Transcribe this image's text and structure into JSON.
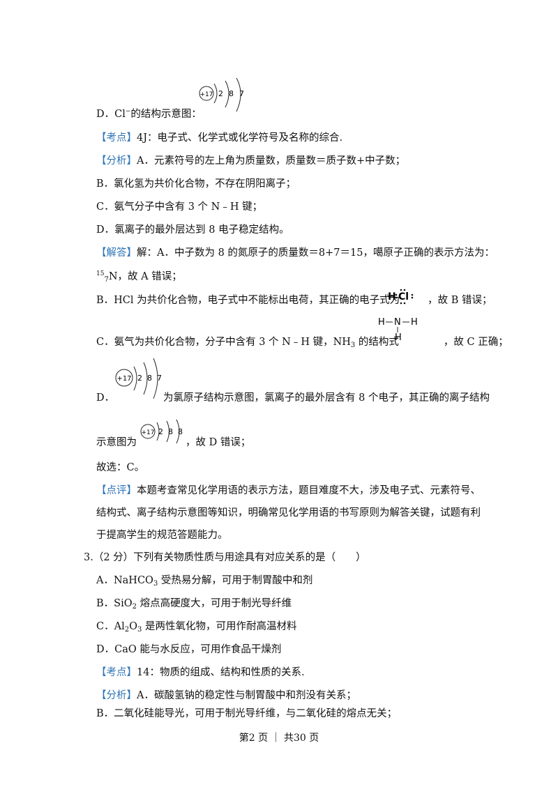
{
  "lines": {
    "d_cl": "D．Cl",
    "d_cl_sup": "−",
    "d_cl_rest": "的结构示意图：",
    "kaodian1_tag": "【考点】",
    "kaodian1_text": "4J：电子式、化学式或化学符号及名称的综合.",
    "fenxi1_tag": "【分析】",
    "fenxi1_text": "A．元素符号的左上角为质量数，质量数＝质子数+中子数；",
    "b1": "B．氯化氢为共价化合物，不存在阴阳离子；",
    "c1": "C．氨气分子中含有 3 个 N﹣H 键；",
    "d1": "D．氯离子的最外层达到 8 电子稳定结构。",
    "jieda_tag": "【解答】",
    "jieda_text": "解：A．中子数为 8 的氮原子的质量数＝8+7＝15，噶原子正确的表示方法为：",
    "n15_sup": "15",
    "n15_sub": "7",
    "n15_rest": "N，故 A 错误；",
    "b2_pre": "B．HCl 为共价化合物，电子式中不能标出电荷，其正确的电子式为",
    "b2_post": "，故 B 错误；",
    "c2_pre": "C．氨气为共价化合物，分子中含有 3 个 N﹣H 键，NH",
    "c2_sub": "3",
    "c2_mid": " 的结构式",
    "c2_post": "，故 C 正确；",
    "d2_pre": "D．",
    "d2_post": "为氯原子结构示意图，氯离子的最外层含有 8 个电子，其正确的离子结构",
    "d3_pre": "示意图为",
    "d3_post": "，故 D 错误；",
    "guxuan": "故选：C。",
    "dianping_tag": "【点评】",
    "dianping1": "本题考查常见化学用语的表示方法，题目难度不大，涉及电子式、元素符号、",
    "dianping2": "结构式、离子结构示意图等知识，明确常见化学用语的书写原则为解答关键，试题有利",
    "dianping3": "于提高学生的规范答题能力。",
    "q3": "3.（2 分）下列有关物质性质与用途具有对应关系的是（　　）",
    "q3a_pre": "A．NaHCO",
    "q3a_sub": "3",
    "q3a_post": " 受热易分解，可用于制胃酸中和剂",
    "q3b_pre": "B．SiO",
    "q3b_sub": "2",
    "q3b_post": " 熔点高硬度大，可用于制光导纤维",
    "q3c_pre": "C．Al",
    "q3c_sub1": "2",
    "q3c_mid": "O",
    "q3c_sub2": "3",
    "q3c_post": " 是两性氧化物，可用作耐高温材料",
    "q3d": "D．CaO 能与水反应，可用作食品干燥剂",
    "kaodian2_tag": "【考点】",
    "kaodian2_text": "14：物质的组成、结构和性质的关系.",
    "fenxi2_tag": "【分析】",
    "fenxi2_text": "A．碳酸氢钠的稳定性与制胃酸中和剂没有关系；",
    "b3": "B．二氧化硅能导光，可用于制光导纤维，与二氧化硅的熔点无关；"
  },
  "diagrams": {
    "cl_ion_top": {
      "nucleus": "+17",
      "shells": [
        "2",
        "8",
        "7"
      ]
    },
    "cl_atom": {
      "nucleus": "+17",
      "shells": [
        "2",
        "8",
        "7"
      ]
    },
    "cl_ion_correct": {
      "nucleus": "+17",
      "shells": [
        "2",
        "8",
        "8"
      ]
    },
    "hcl_lewis": {
      "h": "H",
      "cl": "Cl"
    },
    "nh3": {
      "top_left": "H",
      "n": "N",
      "top_right": "H",
      "bottom": "H"
    }
  },
  "footer": "第2 页 ｜ 共30 页"
}
